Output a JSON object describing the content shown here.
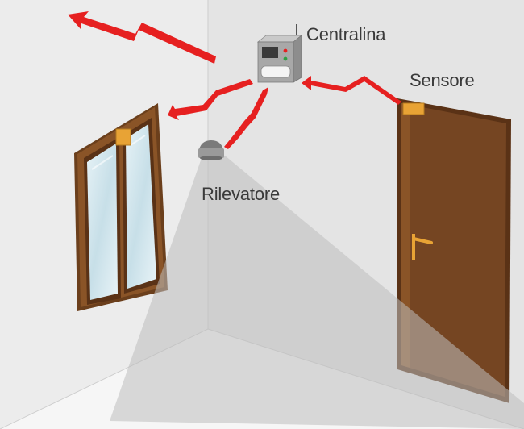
{
  "labels": {
    "centralina": "Centralina",
    "sensore": "Sensore",
    "rilevatore": "Rilevatore"
  },
  "colors": {
    "wall_left": "#ececec",
    "wall_right": "#e4e4e4",
    "door": "#754522",
    "frame": "#5a3216",
    "glass": "#cfe4ec",
    "signal": "#e62020",
    "fitting": "#e8a335",
    "detection_cone": "#bdbdbd",
    "device": "#9a9a9a"
  },
  "icons": [
    "control-panel-icon",
    "motion-detector-icon",
    "door-sensor-icon",
    "window-sensor-icon",
    "signal-bolt-icon"
  ]
}
